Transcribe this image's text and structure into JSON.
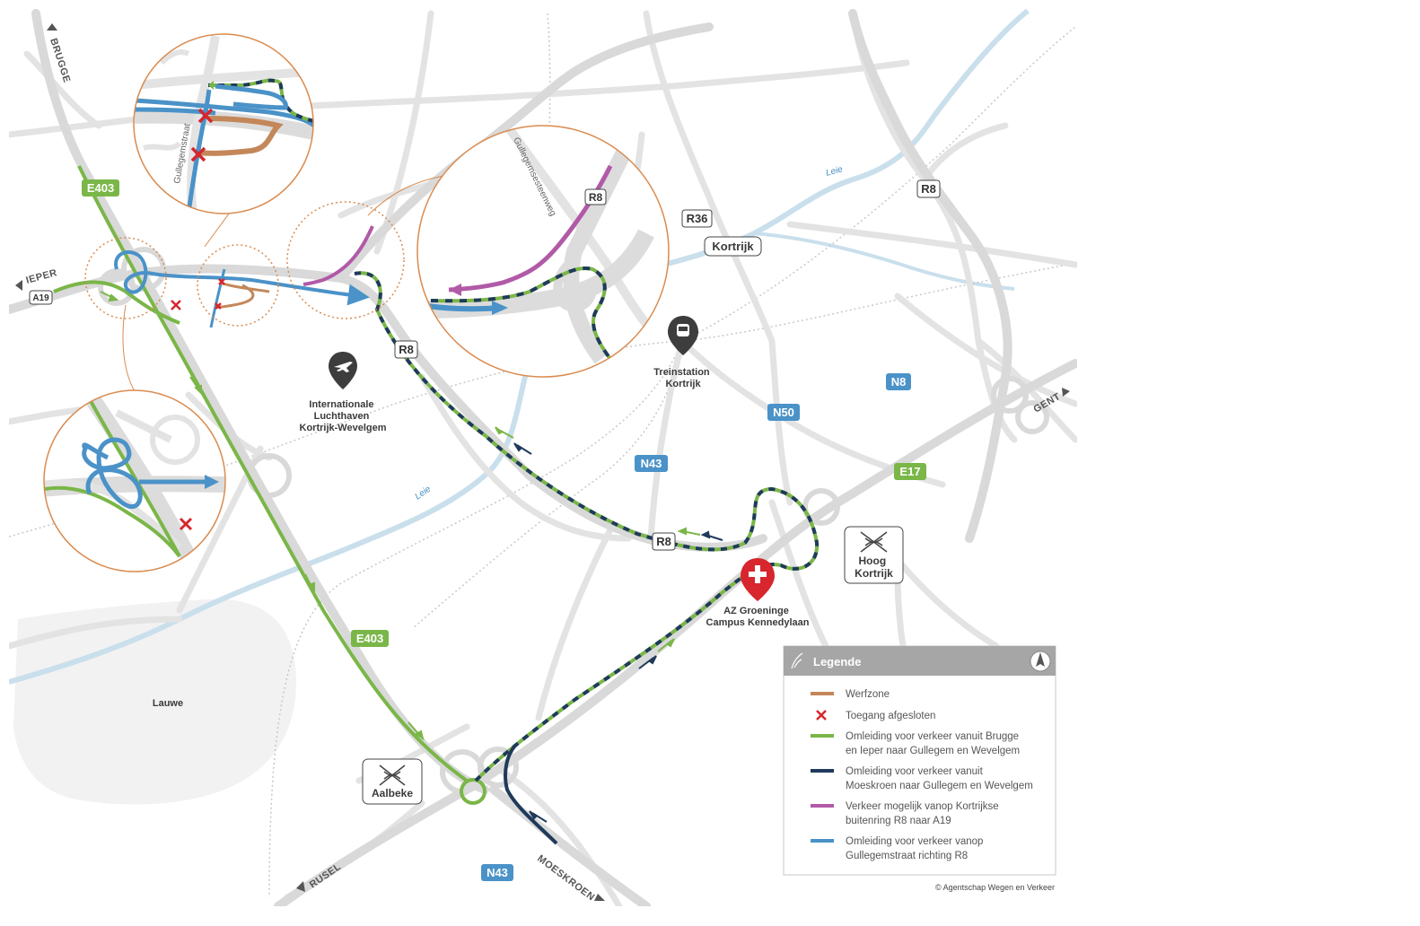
{
  "colors": {
    "road": "#dcdcdc",
    "road_edge": "#cfcfcf",
    "river": "#c9dfec",
    "green": "#7ab648",
    "navy": "#1f3a5a",
    "blue": "#4a92c8",
    "purple": "#b15aa8",
    "werf": "#c4875a",
    "red": "#d7262e",
    "orange": "#d98b4f",
    "badge_green": "#7ab648",
    "badge_blue": "#4a92c8"
  },
  "places": {
    "airport": [
      "Internationale",
      "Luchthaven",
      "Kortrijk-Wevelgem"
    ],
    "station": [
      "Treinstation",
      "Kortrijk"
    ],
    "hospital": [
      "AZ Groeninge",
      "Campus Kennedylaan"
    ],
    "lauwe": "Lauwe",
    "kortrijk": "Kortrijk",
    "aalbeke": "Aalbeke",
    "hoog_kortrijk": [
      "Hoog",
      "Kortrijk"
    ]
  },
  "directions": {
    "brugge": "BRUGGE",
    "ieper": "IEPER",
    "gent": "GENT",
    "rusel": "RUSEL",
    "moeskroen": "MOESKROEN"
  },
  "rivers": {
    "leie": "Leie"
  },
  "streets": {
    "gullegemstraat": "Gullegemstraat",
    "gullegemsesteenweg": "Gullegemsesteenweg"
  },
  "road_badges": {
    "e403_top": "E403",
    "e403_bottom": "E403",
    "e17": "E17",
    "a19": "A19",
    "r8_mid": "R8",
    "r8_low": "R8",
    "r8_east": "R8",
    "r8_zoom": "R8",
    "r36": "R36",
    "n8": "N8",
    "n50": "N50",
    "n43_mid": "N43",
    "n43_bottom": "N43"
  },
  "legend": {
    "title": "Legende",
    "items": [
      {
        "type": "werfzone",
        "lines": [
          "Werfzone"
        ]
      },
      {
        "type": "closed",
        "lines": [
          "Toegang afgesloten"
        ]
      },
      {
        "type": "green",
        "lines": [
          "Omleiding voor verkeer vanuit Brugge",
          "en Ieper naar Gullegem en Wevelgem"
        ]
      },
      {
        "type": "navy",
        "lines": [
          "Omleiding voor verkeer vanuit",
          "Moeskroen naar Gullegem en Wevelgem"
        ]
      },
      {
        "type": "purple",
        "lines": [
          "Verkeer mogelijk vanop Kortrijkse",
          "buitenring R8 naar A19"
        ]
      },
      {
        "type": "blue",
        "lines": [
          "Omleiding voor verkeer vanop",
          "Gullegemstraat richting R8"
        ]
      }
    ]
  },
  "copyright": "© Agentschap Wegen en Verkeer"
}
